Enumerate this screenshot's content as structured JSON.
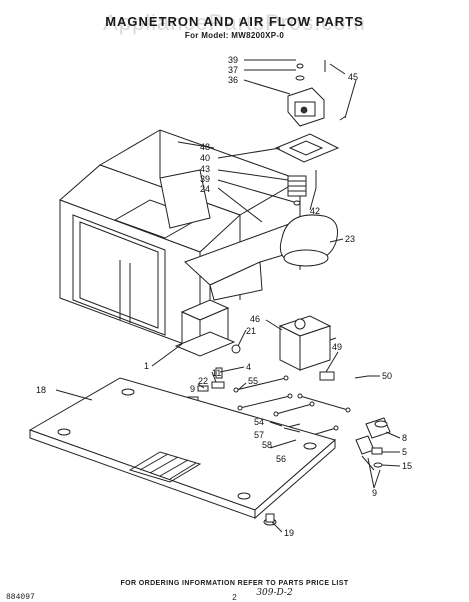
{
  "header": {
    "title": "MAGNETRON AND AIR FLOW PARTS",
    "subtitle": "For Model: MW8200XP-0",
    "watermark": "AppliancePartsPros.com"
  },
  "footer": {
    "instruction": "FOR ORDERING INFORMATION REFER TO PARTS PRICE LIST",
    "doc_number": "884097",
    "page_number": "2",
    "handwritten_note": "309-D-2"
  },
  "callouts": [
    "1",
    "4",
    "5",
    "8",
    "9",
    "9",
    "11",
    "15",
    "18",
    "19",
    "21",
    "22",
    "23",
    "24",
    "36",
    "37",
    "39",
    "39",
    "40",
    "42",
    "43",
    "45",
    "46",
    "48",
    "49",
    "50",
    "54",
    "55",
    "56",
    "57",
    "58"
  ]
}
